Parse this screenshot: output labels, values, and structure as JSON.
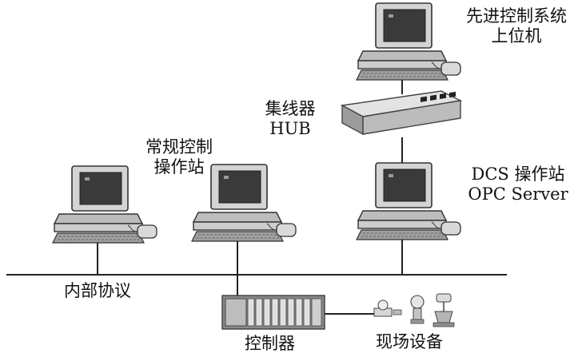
{
  "labels": {
    "advanced_station_line1": "先进控制系统",
    "advanced_station_line2": "上位机",
    "hub_line1": "集线器",
    "hub_line2": "HUB",
    "conventional_station_line1": "常规控制",
    "conventional_station_line2": "操作站",
    "dcs_station_line1": "DCS 操作站",
    "dcs_station_line2": "OPC Server",
    "internal_protocol": "内部协议",
    "controller": "控制器",
    "field_devices": "现场设备"
  },
  "icons": {
    "computer": "desktop-computer-icon",
    "hub": "network-hub-icon",
    "controller": "plc-rack-icon",
    "field_devices": "field-instrument-icon"
  },
  "colors": {
    "line": "#222222",
    "device_body": "#cfcfcf",
    "device_dark": "#6f6f6f",
    "screen": "#3a3a3a"
  }
}
